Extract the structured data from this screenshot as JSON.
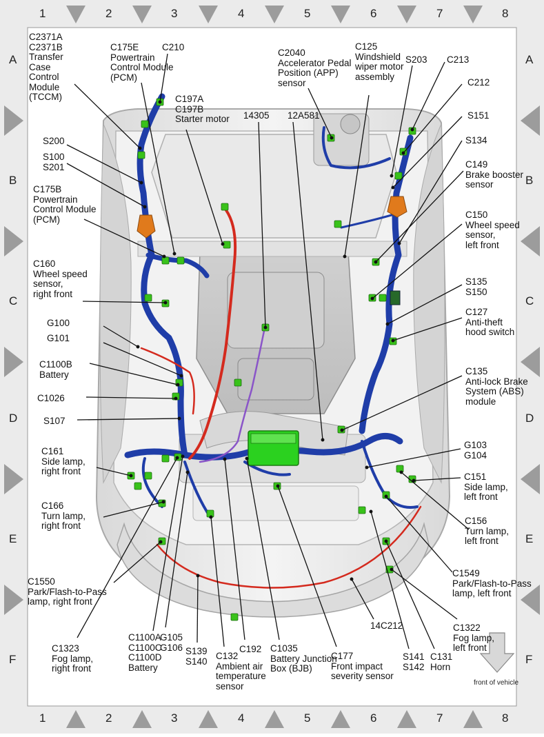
{
  "grid": {
    "columns": [
      "1",
      "2",
      "3",
      "4",
      "5",
      "6",
      "7",
      "8"
    ],
    "rows": [
      "A",
      "B",
      "C",
      "D",
      "E",
      "F"
    ]
  },
  "callouts": [
    {
      "id": "c2371",
      "text": "C2371A\nC2371B\nTransfer\nCase\nControl\nModule\n(TCCM)"
    },
    {
      "id": "c175e",
      "text": "C175E\nPowertrain\nControl Module\n(PCM)"
    },
    {
      "id": "c210",
      "text": "C210"
    },
    {
      "id": "c197",
      "text": "C197A\nC197B\nStarter motor"
    },
    {
      "id": "s200",
      "text": "S200"
    },
    {
      "id": "s100",
      "text": "S100\nS201"
    },
    {
      "id": "c175b",
      "text": "C175B\nPowertrain\nControl Module\n(PCM)"
    },
    {
      "id": "c160",
      "text": "C160\nWheel speed\nsensor,\nright front"
    },
    {
      "id": "g100",
      "text": "G100"
    },
    {
      "id": "g101",
      "text": "G101"
    },
    {
      "id": "c1100b",
      "text": "C1100B\nBattery"
    },
    {
      "id": "c1026",
      "text": "C1026"
    },
    {
      "id": "s107",
      "text": "S107"
    },
    {
      "id": "c161",
      "text": "C161\nSide lamp,\nright front"
    },
    {
      "id": "c166",
      "text": "C166\nTurn lamp,\nright front"
    },
    {
      "id": "c1550",
      "text": "C1550\nPark/Flash-to-Pass\nlamp, right front"
    },
    {
      "id": "c1323",
      "text": "C1323\nFog lamp,\nright front"
    },
    {
      "id": "c1100a",
      "text": "C1100A\nC1100C\nC1100D\nBattery"
    },
    {
      "id": "g105",
      "text": "G105\nG106"
    },
    {
      "id": "s139",
      "text": "S139\nS140"
    },
    {
      "id": "c132",
      "text": "C132\nAmbient air\ntemperature\nsensor"
    },
    {
      "id": "c192",
      "text": "C192"
    },
    {
      "id": "c1035",
      "text": "C1035\nBattery Junction\nBox (BJB)"
    },
    {
      "id": "c177",
      "text": "C177\nFront impact\nseverity sensor"
    },
    {
      "id": "14c212",
      "text": "14C212"
    },
    {
      "id": "s141",
      "text": "S141\nS142"
    },
    {
      "id": "c131",
      "text": "C131\nHorn"
    },
    {
      "id": "c1322",
      "text": "C1322\nFog lamp,\nleft front"
    },
    {
      "id": "c1549",
      "text": "C1549\nPark/Flash-to-Pass\nlamp, left front"
    },
    {
      "id": "c156",
      "text": "C156\nTurn lamp,\nleft front"
    },
    {
      "id": "c151",
      "text": "C151\nSide lamp,\nleft front"
    },
    {
      "id": "g103",
      "text": "G103\nG104"
    },
    {
      "id": "c135",
      "text": "C135\nAnti-lock Brake\nSystem (ABS)\nmodule"
    },
    {
      "id": "c127",
      "text": "C127\nAnti-theft\nhood switch"
    },
    {
      "id": "s135",
      "text": "S135\nS150"
    },
    {
      "id": "c150",
      "text": "C150\nWheel speed\nsensor,\nleft front"
    },
    {
      "id": "c149",
      "text": "C149\nBrake booster\nsensor"
    },
    {
      "id": "s134",
      "text": "S134"
    },
    {
      "id": "s151",
      "text": "S151"
    },
    {
      "id": "c212",
      "text": "C212"
    },
    {
      "id": "c213",
      "text": "C213"
    },
    {
      "id": "s203",
      "text": "S203"
    },
    {
      "id": "c125",
      "text": "C125\nWindshield\nwiper motor\nassembly"
    },
    {
      "id": "c2040",
      "text": "C2040\nAccelerator Pedal\nPosition (APP)\nsensor"
    },
    {
      "id": "12a581",
      "text": "12A581"
    },
    {
      "id": "14305",
      "text": "14305"
    }
  ],
  "front_label": "front of vehicle",
  "colors": {
    "harness_blue": "#1f3da8",
    "cable_red": "#d42a1e",
    "cable_purple": "#8a55c8",
    "connector_green": "#39c21a",
    "bjb_green": "#2bd11f",
    "orange_part": "#e07a1c",
    "body_gray": "#e6e6e6",
    "border_gray": "#bdbdbd"
  }
}
